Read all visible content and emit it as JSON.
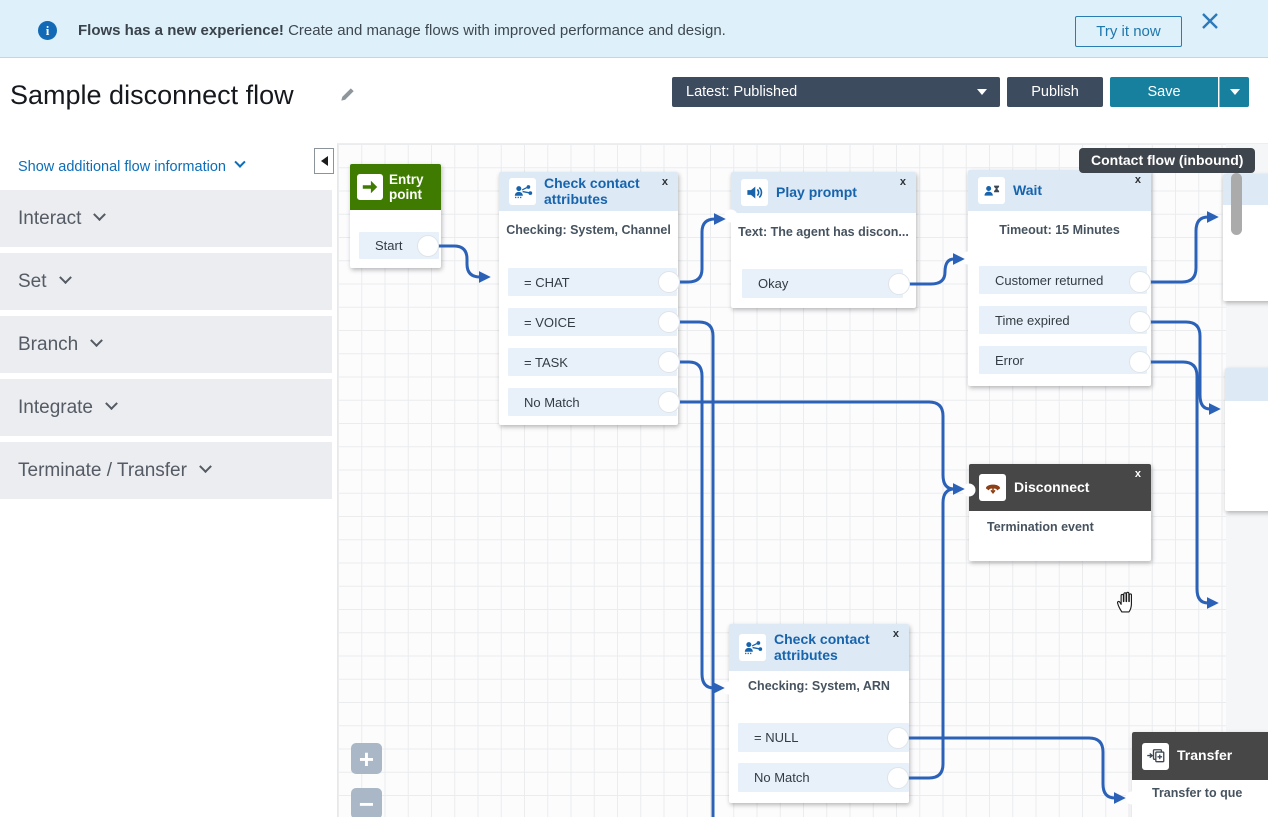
{
  "banner": {
    "bold": "Flows has a new experience!",
    "text": " Create and manage flows with improved performance and design.",
    "cta": "Try it now"
  },
  "header": {
    "title": "Sample disconnect flow",
    "version": "Latest: Published",
    "publish": "Publish",
    "save": "Save"
  },
  "sidebar": {
    "toggle": "Show additional flow information",
    "sections": [
      "Interact",
      "Set",
      "Branch",
      "Integrate",
      "Terminate / Transfer"
    ]
  },
  "canvas": {
    "tooltip": "Contact flow (inbound)",
    "close_label": "x",
    "zoom_in": "+",
    "zoom_out": "−",
    "blocks": {
      "entry": {
        "title": "Entry point",
        "output": "Start"
      },
      "check1": {
        "title": "Check contact attributes",
        "subtitle": "Checking: System, Channel",
        "outputs": [
          "= CHAT",
          "= VOICE",
          "= TASK",
          "No Match"
        ]
      },
      "play": {
        "title": "Play prompt",
        "subtitle": "Text: The agent has discon...",
        "outputs": [
          "Okay"
        ]
      },
      "wait": {
        "title": "Wait",
        "subtitle": "Timeout: 15 Minutes",
        "outputs": [
          "Customer returned",
          "Time expired",
          "Error"
        ]
      },
      "disconnect": {
        "title": "Disconnect",
        "subtitle": "Termination event"
      },
      "check2": {
        "title": "Check contact attributes",
        "subtitle": "Checking: System, ARN",
        "outputs": [
          "= NULL",
          "No Match"
        ]
      },
      "transfer": {
        "title": "Transfer",
        "subtitle": "Transfer to que"
      }
    }
  },
  "colors": {
    "accent_blue": "#1764ad",
    "connector_blue": "#2b62b8",
    "save_teal": "#16809e",
    "slate_button": "#3d4b5e",
    "entry_green": "#3e7b00",
    "dark_header": "#474747",
    "banner_bg": "#def0fa"
  }
}
